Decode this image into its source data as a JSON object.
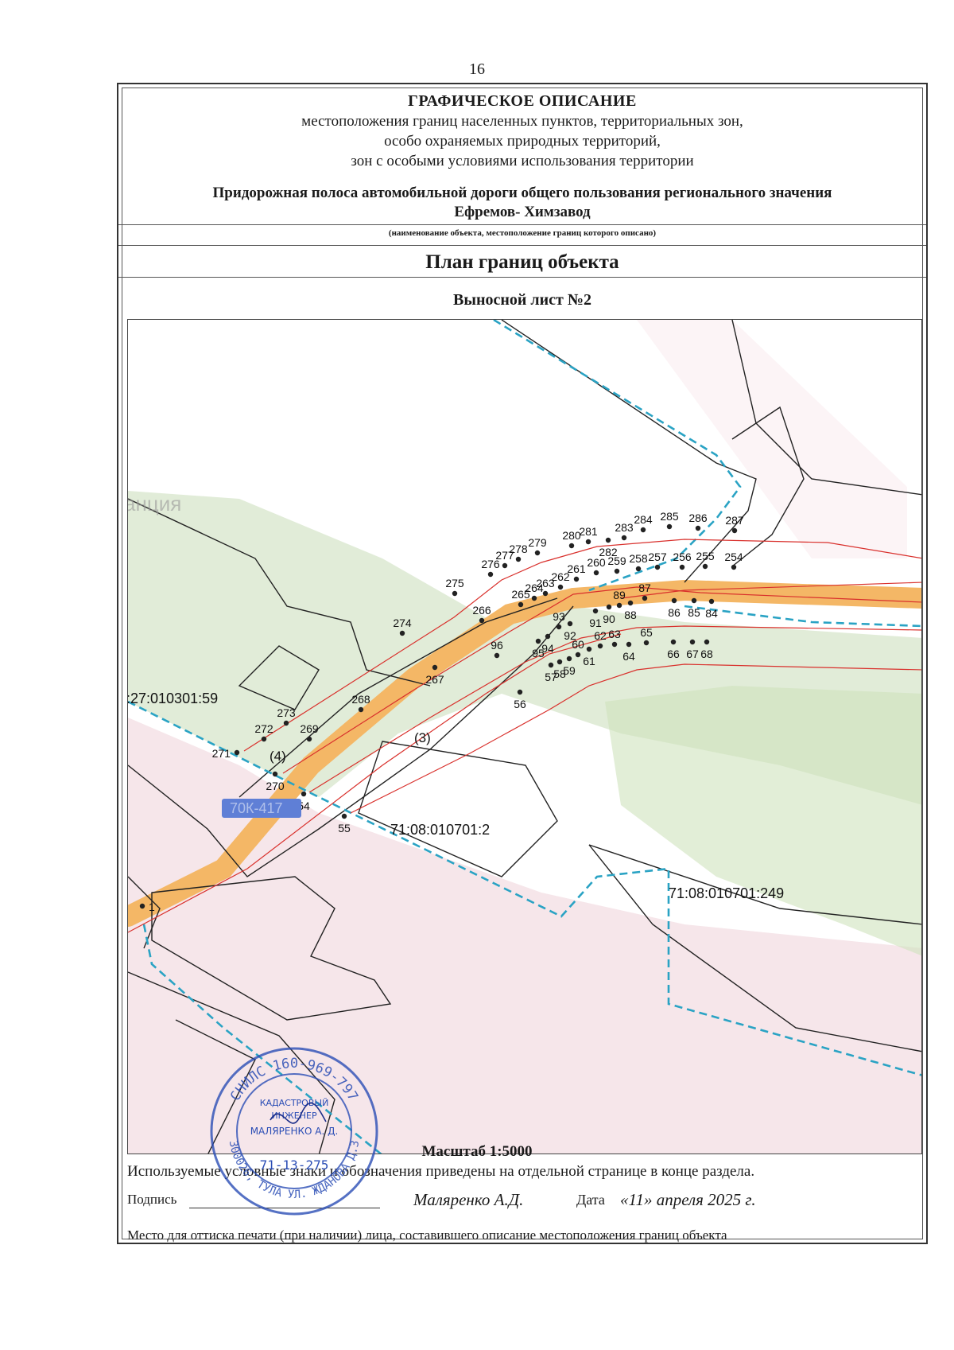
{
  "page_number": "16",
  "header": {
    "title": "ГРАФИЧЕСКОЕ ОПИСАНИЕ",
    "line1": "местоположения границ населенных пунктов, территориальных зон,",
    "line2": "особо охраняемых природных территорий,",
    "line3": "зон с особыми условиями использования территории",
    "object_line1": "Придорожная полоса автомобильной дороги  общего пользования регионального значения",
    "object_line2": "Ефремов- Химзавод",
    "object_caption": "(наименование объекта, местоположение границ которого описано)"
  },
  "plan_title": "План границ объекта",
  "sheet_title": "Выносной лист №2",
  "map": {
    "colors": {
      "boundary_red": "#d9302c",
      "parcel_black": "#222222",
      "zone_cyan": "#2aa3c4",
      "road_orange": "#f4b766",
      "green_area": "#c9ddb8",
      "pink_area": "#f6e6ea",
      "road_label_bg": "#5f7fd6"
    },
    "background_text": "анция",
    "road_label": "70К-417",
    "cadastral_labels": [
      ":27:010301:59",
      "71:08:010701:2",
      "71:08:010701:249"
    ],
    "zone_labels": [
      "(4)",
      "(3)"
    ],
    "points": [
      {
        "label": "1"
      },
      {
        "label": "54"
      },
      {
        "label": "55"
      },
      {
        "label": "56"
      },
      {
        "label": "57"
      },
      {
        "label": "58"
      },
      {
        "label": "59"
      },
      {
        "label": "60"
      },
      {
        "label": "61"
      },
      {
        "label": "62"
      },
      {
        "label": "63"
      },
      {
        "label": "64"
      },
      {
        "label": "65"
      },
      {
        "label": "66"
      },
      {
        "label": "67"
      },
      {
        "label": "68"
      },
      {
        "label": "84"
      },
      {
        "label": "85"
      },
      {
        "label": "86"
      },
      {
        "label": "87"
      },
      {
        "label": "88"
      },
      {
        "label": "89"
      },
      {
        "label": "90"
      },
      {
        "label": "91"
      },
      {
        "label": "92"
      },
      {
        "label": "93"
      },
      {
        "label": "94"
      },
      {
        "label": "95"
      },
      {
        "label": "96"
      },
      {
        "label": "254"
      },
      {
        "label": "255"
      },
      {
        "label": "256"
      },
      {
        "label": "257"
      },
      {
        "label": "258"
      },
      {
        "label": "259"
      },
      {
        "label": "260"
      },
      {
        "label": "261"
      },
      {
        "label": "262"
      },
      {
        "label": "263"
      },
      {
        "label": "264"
      },
      {
        "label": "265"
      },
      {
        "label": "266"
      },
      {
        "label": "267"
      },
      {
        "label": "268"
      },
      {
        "label": "269"
      },
      {
        "label": "270"
      },
      {
        "label": "271"
      },
      {
        "label": "272"
      },
      {
        "label": "273"
      },
      {
        "label": "274"
      },
      {
        "label": "275"
      },
      {
        "label": "276"
      },
      {
        "label": "277"
      },
      {
        "label": "278"
      },
      {
        "label": "279"
      },
      {
        "label": "280"
      },
      {
        "label": "281"
      },
      {
        "label": "282"
      },
      {
        "label": "283"
      },
      {
        "label": "284"
      },
      {
        "label": "285"
      },
      {
        "label": "286"
      },
      {
        "label": "287"
      }
    ]
  },
  "scale": "Масштаб 1:5000",
  "legend_note": "Используемые условные знаки и обозначения приведены на отдельной странице в конце раздела.",
  "signature": {
    "label": "Подпись",
    "name": "Маляренко А.Д.",
    "date_label": "Дата",
    "date_value": "«11» апреля 2025 г."
  },
  "stamp_place": "Место для оттиска печати (при наличии) лица, составившего описание местоположения границ объекта",
  "stamp": {
    "ring_top": "СНИЛС 160-969-797",
    "ring_bottom": "300026, ТУЛА УЛ. ЖДАНОВА Д.3",
    "center1": "КАДАСТРОВЫЙ",
    "center2": "ИНЖЕНЕР",
    "center3": "МАЛЯРЕНКО А. Д.",
    "number": "71-13-275"
  }
}
